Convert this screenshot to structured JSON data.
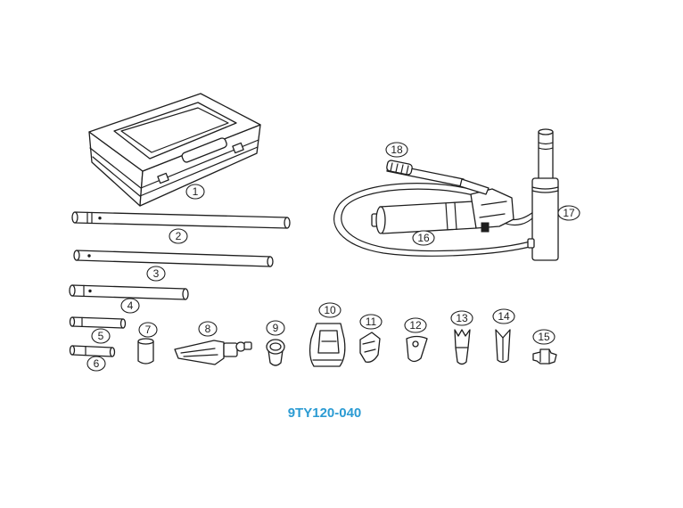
{
  "figure": {
    "caption": "9TY120-040",
    "caption_color": "#2b9bd3",
    "line_color": "#1e1e1e",
    "background": "#ffffff"
  },
  "callouts": [
    "1",
    "2",
    "3",
    "4",
    "5",
    "6",
    "7",
    "8",
    "9",
    "10",
    "11",
    "12",
    "13",
    "14",
    "15",
    "16",
    "17",
    "18"
  ]
}
